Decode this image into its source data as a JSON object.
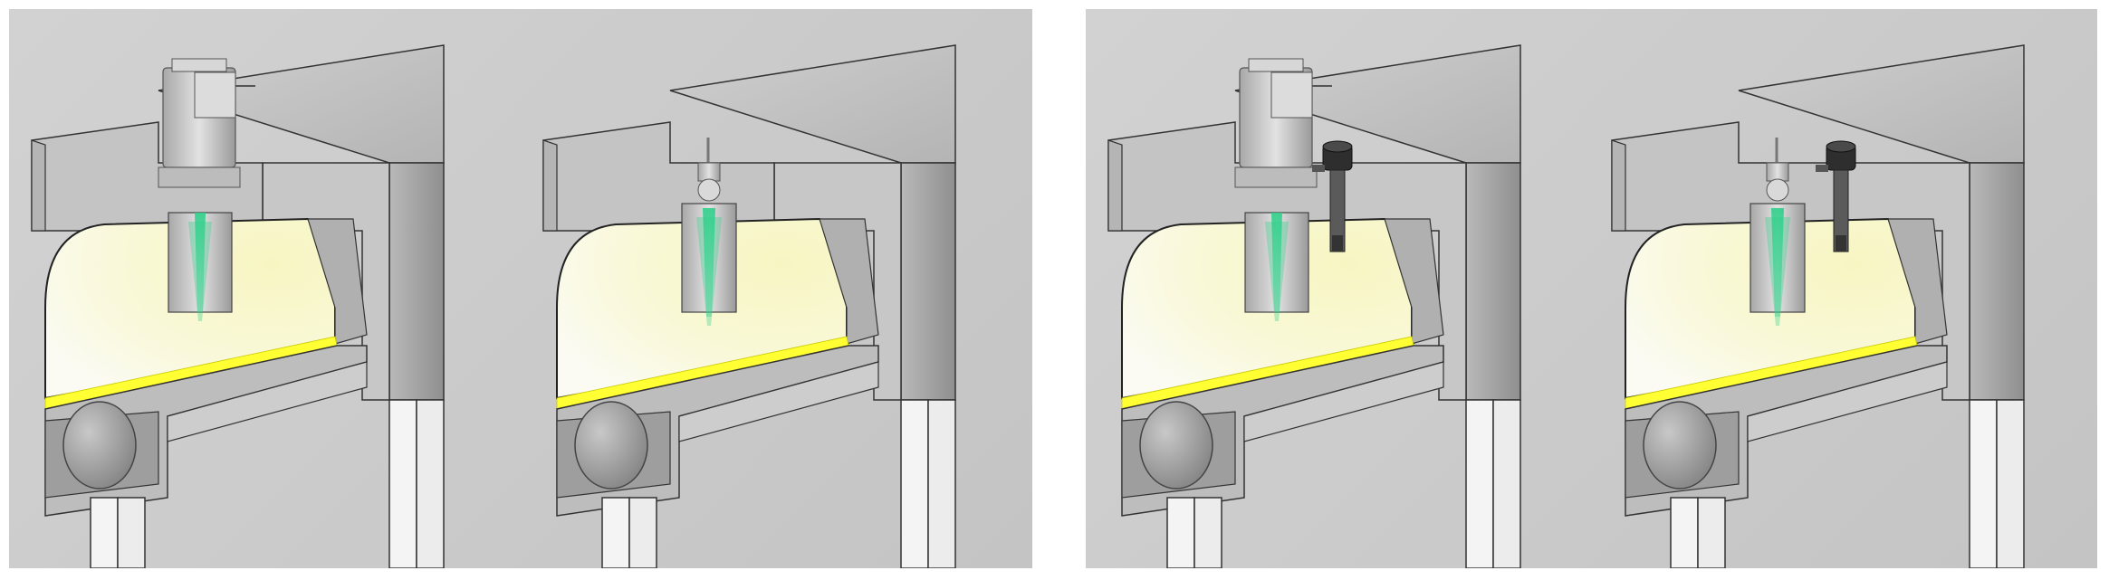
{
  "figure": {
    "panels": [
      {
        "name": "left-pair",
        "scenes": [
          {
            "sensor": "large-housing-sensor",
            "extra_probe": false
          },
          {
            "sensor": "compact-sensor",
            "extra_probe": false
          }
        ]
      },
      {
        "name": "right-pair",
        "scenes": [
          {
            "sensor": "large-housing-sensor",
            "extra_probe": true
          },
          {
            "sensor": "compact-sensor",
            "extra_probe": true
          }
        ]
      }
    ],
    "colors": {
      "panel_background": "#cbcbcb",
      "chamber_glow": "#f7f6c2",
      "material_layer": "#ffff33",
      "light_beam": "#2fd08a",
      "probe_head": "#2e2e2e"
    },
    "icons": [
      "sensor-icon",
      "probe-icon",
      "roller-icon"
    ]
  }
}
